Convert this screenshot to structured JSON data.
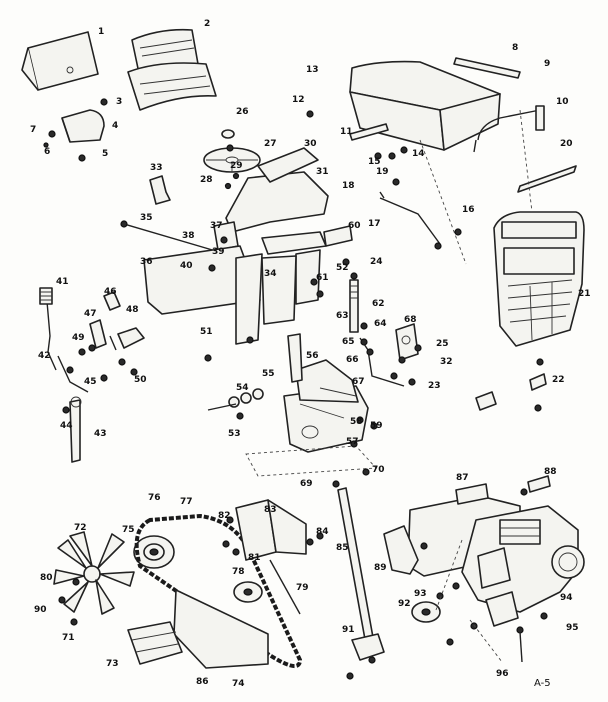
{
  "page_ref": "A-5",
  "callouts": [
    "1",
    "2",
    "3",
    "4",
    "5",
    "6",
    "7",
    "8",
    "9",
    "10",
    "11",
    "12",
    "13",
    "14",
    "15",
    "16",
    "17",
    "18",
    "19",
    "20",
    "21",
    "22",
    "23",
    "24",
    "25",
    "26",
    "27",
    "28",
    "29",
    "30",
    "31",
    "32",
    "33",
    "34",
    "35",
    "36",
    "37",
    "38",
    "39",
    "40",
    "41",
    "42",
    "43",
    "44",
    "45",
    "46",
    "47",
    "48",
    "49",
    "50",
    "51",
    "52",
    "53",
    "54",
    "55",
    "56",
    "57",
    "58",
    "59",
    "60",
    "61",
    "62",
    "63",
    "64",
    "65",
    "66",
    "67",
    "68",
    "69",
    "70",
    "71",
    "72",
    "73",
    "74",
    "75",
    "76",
    "77",
    "78",
    "79",
    "80",
    "81",
    "82",
    "83",
    "84",
    "85",
    "86",
    "87",
    "88",
    "89",
    "90",
    "91",
    "92",
    "93",
    "94",
    "95",
    "96"
  ]
}
